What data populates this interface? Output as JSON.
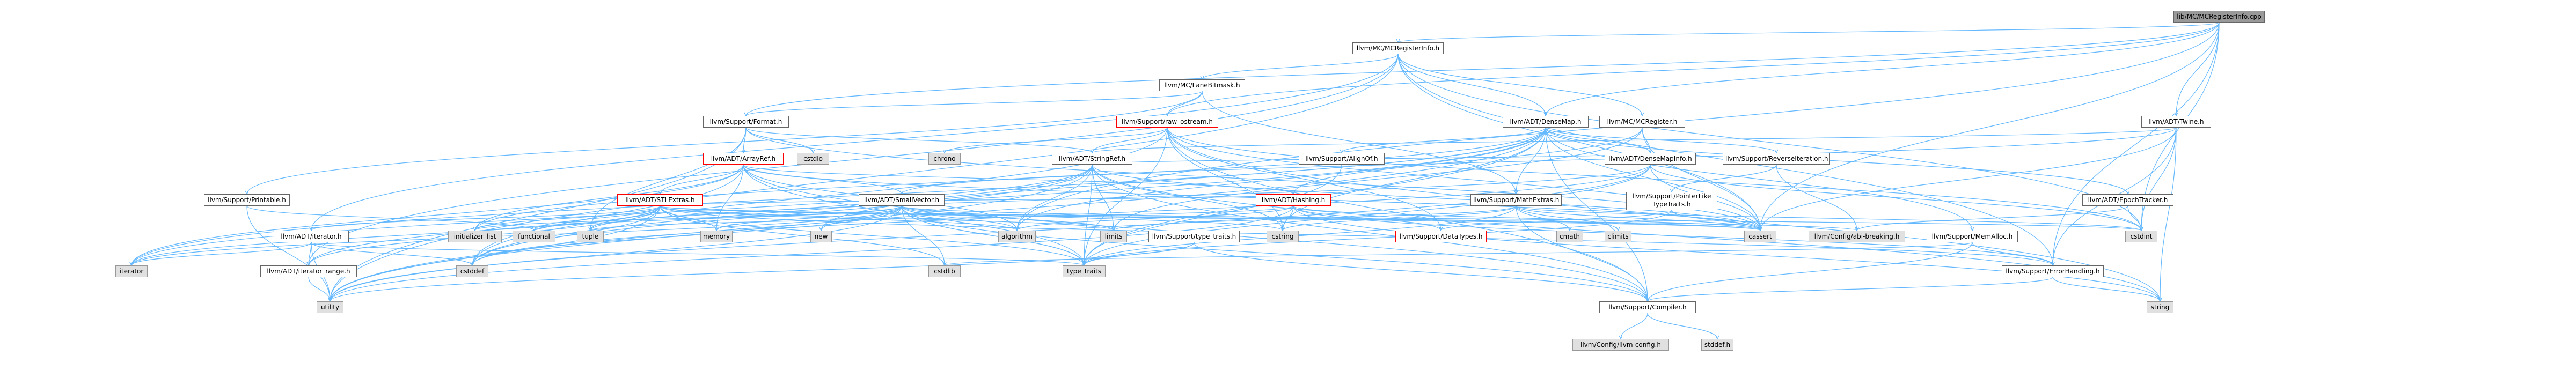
{
  "colors": {
    "edge": "#63b8ff",
    "node_border": "#666666",
    "sys_fill": "#e0e0e0",
    "root_fill": "#999999",
    "incomplete_border": "#ff0000"
  },
  "nodes": [
    {
      "id": "root",
      "label": "lib/MC/MCRegisterInfo.cpp",
      "kind": "root"
    },
    {
      "id": "mcreginfo_h",
      "label": "llvm/MC/MCRegisterInfo.h"
    },
    {
      "id": "lanebitmask",
      "label": "llvm/MC/LaneBitmask.h"
    },
    {
      "id": "format_h",
      "label": "llvm/Support/Format.h"
    },
    {
      "id": "raw_ostream",
      "label": "llvm/Support/raw_ostream.h",
      "kind": "red"
    },
    {
      "id": "densemap",
      "label": "llvm/ADT/DenseMap.h"
    },
    {
      "id": "mcregister",
      "label": "llvm/MC/MCRegister.h"
    },
    {
      "id": "twine",
      "label": "llvm/ADT/Twine.h"
    },
    {
      "id": "cstdio",
      "label": "cstdio",
      "kind": "sys"
    },
    {
      "id": "chrono",
      "label": "chrono",
      "kind": "sys"
    },
    {
      "id": "arrayref",
      "label": "llvm/ADT/ArrayRef.h",
      "kind": "red"
    },
    {
      "id": "stringref",
      "label": "llvm/ADT/StringRef.h"
    },
    {
      "id": "alignof",
      "label": "llvm/Support/AlignOf.h"
    },
    {
      "id": "densemapinfo",
      "label": "llvm/ADT/DenseMapInfo.h"
    },
    {
      "id": "reverseiter",
      "label": "llvm/Support/ReverseIteration.h"
    },
    {
      "id": "printable",
      "label": "llvm/Support/Printable.h"
    },
    {
      "id": "stlextras",
      "label": "llvm/ADT/STLExtras.h",
      "kind": "red"
    },
    {
      "id": "smallvector",
      "label": "llvm/ADT/SmallVector.h"
    },
    {
      "id": "hashing",
      "label": "llvm/ADT/Hashing.h",
      "kind": "red"
    },
    {
      "id": "mathextras",
      "label": "llvm/Support/MathExtras.h"
    },
    {
      "id": "ptrliketypetraits",
      "label": "llvm/Support/PointerLike\nTypeTraits.h"
    },
    {
      "id": "epochtracker",
      "label": "llvm/ADT/EpochTracker.h"
    },
    {
      "id": "iterator_h",
      "label": "llvm/ADT/iterator.h"
    },
    {
      "id": "initializer_list",
      "label": "initializer_list",
      "kind": "sys"
    },
    {
      "id": "functional",
      "label": "functional",
      "kind": "sys"
    },
    {
      "id": "tuple",
      "label": "tuple",
      "kind": "sys"
    },
    {
      "id": "memory",
      "label": "memory",
      "kind": "sys"
    },
    {
      "id": "new",
      "label": "new",
      "kind": "sys"
    },
    {
      "id": "algorithm",
      "label": "algorithm",
      "kind": "sys"
    },
    {
      "id": "limits",
      "label": "limits",
      "kind": "sys"
    },
    {
      "id": "typetraits_llvm",
      "label": "llvm/Support/type_traits.h"
    },
    {
      "id": "cstring",
      "label": "cstring",
      "kind": "sys"
    },
    {
      "id": "datatypes",
      "label": "llvm/Support/DataTypes.h",
      "kind": "red"
    },
    {
      "id": "cmath",
      "label": "cmath",
      "kind": "sys"
    },
    {
      "id": "climits",
      "label": "climits",
      "kind": "sys"
    },
    {
      "id": "cassert",
      "label": "cassert",
      "kind": "sys"
    },
    {
      "id": "config_breaking",
      "label": "llvm/Config/abi-breaking.h",
      "kind": "sys"
    },
    {
      "id": "memalloc",
      "label": "llvm/Support/MemAlloc.h"
    },
    {
      "id": "cstdint",
      "label": "cstdint",
      "kind": "sys"
    },
    {
      "id": "iterator_sys",
      "label": "iterator",
      "kind": "sys"
    },
    {
      "id": "iterator_range",
      "label": "llvm/ADT/iterator_range.h"
    },
    {
      "id": "cstddef",
      "label": "cstddef",
      "kind": "sys"
    },
    {
      "id": "cstdlib",
      "label": "cstdlib",
      "kind": "sys"
    },
    {
      "id": "type_traits",
      "label": "type_traits",
      "kind": "sys"
    },
    {
      "id": "errorhandling",
      "label": "llvm/Support/ErrorHandling.h"
    },
    {
      "id": "utility",
      "label": "utility",
      "kind": "sys"
    },
    {
      "id": "compiler",
      "label": "llvm/Support/Compiler.h"
    },
    {
      "id": "string",
      "label": "string",
      "kind": "sys"
    },
    {
      "id": "llvm_config",
      "label": "llvm/Config/llvm-config.h",
      "kind": "sys"
    },
    {
      "id": "stddef",
      "label": "stddef.h",
      "kind": "sys"
    }
  ],
  "edges": [
    [
      "root",
      "mcreginfo_h"
    ],
    [
      "root",
      "densemap"
    ],
    [
      "root",
      "twine"
    ],
    [
      "root",
      "cassert"
    ],
    [
      "root",
      "cstdint"
    ],
    [
      "root",
      "algorithm"
    ],
    [
      "root",
      "errorhandling"
    ],
    [
      "root",
      "format_h"
    ],
    [
      "root",
      "raw_ostream"
    ],
    [
      "mcreginfo_h",
      "lanebitmask"
    ],
    [
      "mcreginfo_h",
      "mcregister"
    ],
    [
      "mcreginfo_h",
      "densemap"
    ],
    [
      "mcreginfo_h",
      "iterator_h"
    ],
    [
      "mcreginfo_h",
      "iterator_range"
    ],
    [
      "mcreginfo_h",
      "errorhandling"
    ],
    [
      "mcreginfo_h",
      "cassert"
    ],
    [
      "mcreginfo_h",
      "cstdint"
    ],
    [
      "mcreginfo_h",
      "utility"
    ],
    [
      "lanebitmask",
      "format_h"
    ],
    [
      "lanebitmask",
      "mathextras"
    ],
    [
      "lanebitmask",
      "printable"
    ],
    [
      "lanebitmask",
      "raw_ostream"
    ],
    [
      "format_h",
      "arrayref"
    ],
    [
      "format_h",
      "stringref"
    ],
    [
      "format_h",
      "cassert"
    ],
    [
      "format_h",
      "cstdio"
    ],
    [
      "format_h",
      "optional_tuple"
    ],
    [
      "format_h",
      "utility"
    ],
    [
      "format_h",
      "tuple"
    ],
    [
      "raw_ostream",
      "stringref"
    ],
    [
      "raw_ostream",
      "datatypes"
    ],
    [
      "raw_ostream",
      "cassert"
    ],
    [
      "raw_ostream",
      "chrono"
    ],
    [
      "raw_ostream",
      "cstddef"
    ],
    [
      "raw_ostream",
      "cstdint"
    ],
    [
      "raw_ostream",
      "cstring"
    ],
    [
      "raw_ostream",
      "string"
    ],
    [
      "raw_ostream",
      "type_traits"
    ],
    [
      "raw_ostream",
      "compiler"
    ],
    [
      "densemap",
      "densemapinfo"
    ],
    [
      "densemap",
      "epochtracker"
    ],
    [
      "densemap",
      "alignof"
    ],
    [
      "densemap",
      "compiler"
    ],
    [
      "densemap",
      "mathextras"
    ],
    [
      "densemap",
      "memalloc"
    ],
    [
      "densemap",
      "reverseiter"
    ],
    [
      "densemap",
      "type_traits"
    ],
    [
      "densemap",
      "algorithm"
    ],
    [
      "densemap",
      "cassert"
    ],
    [
      "densemap",
      "cstddef"
    ],
    [
      "densemap",
      "cstring"
    ],
    [
      "densemap",
      "initializer_list"
    ],
    [
      "densemap",
      "iterator_sys"
    ],
    [
      "densemap",
      "new"
    ],
    [
      "densemap",
      "utility"
    ],
    [
      "mcregister",
      "densemapinfo"
    ],
    [
      "mcregister",
      "hashing"
    ],
    [
      "mcregister",
      "cassert"
    ],
    [
      "mcregister",
      "limits"
    ],
    [
      "twine",
      "smallvector"
    ],
    [
      "twine",
      "stringref"
    ],
    [
      "twine",
      "errorhandling"
    ],
    [
      "twine",
      "cassert"
    ],
    [
      "twine",
      "cstdint"
    ],
    [
      "twine",
      "string"
    ],
    [
      "twine",
      "string_view"
    ],
    [
      "arrayref",
      "hashing"
    ],
    [
      "arrayref",
      "smallvector"
    ],
    [
      "arrayref",
      "stlextras"
    ],
    [
      "arrayref",
      "compiler"
    ],
    [
      "arrayref",
      "algorithm"
    ],
    [
      "arrayref",
      "array"
    ],
    [
      "arrayref",
      "cassert"
    ],
    [
      "arrayref",
      "cstddef"
    ],
    [
      "arrayref",
      "initializer_list"
    ],
    [
      "arrayref",
      "iterator_sys"
    ],
    [
      "arrayref",
      "memory"
    ],
    [
      "arrayref",
      "type_traits"
    ],
    [
      "arrayref",
      "vector"
    ],
    [
      "stringref",
      "densemapinfo"
    ],
    [
      "stringref",
      "iterator_range"
    ],
    [
      "stringref",
      "compiler"
    ],
    [
      "stringref",
      "algorithm"
    ],
    [
      "stringref",
      "cassert"
    ],
    [
      "stringref",
      "cstddef"
    ],
    [
      "stringref",
      "cstring"
    ],
    [
      "stringref",
      "iterator_sys"
    ],
    [
      "stringref",
      "limits"
    ],
    [
      "stringref",
      "string"
    ],
    [
      "stringref",
      "type_traits"
    ],
    [
      "stringref",
      "utility"
    ],
    [
      "alignof",
      "type_traits"
    ],
    [
      "densemapinfo",
      "cassert"
    ],
    [
      "densemapinfo",
      "cstddef"
    ],
    [
      "densemapinfo",
      "cstdint"
    ],
    [
      "densemapinfo",
      "tuple"
    ],
    [
      "densemapinfo",
      "type_traits"
    ],
    [
      "densemapinfo",
      "utility"
    ],
    [
      "reverseiter",
      "config_breaking"
    ],
    [
      "reverseiter",
      "ptrliketypetraits"
    ],
    [
      "printable",
      "functional"
    ],
    [
      "printable",
      "utility"
    ],
    [
      "stlextras",
      "hashing"
    ],
    [
      "stlextras",
      "stlforwardcompat"
    ],
    [
      "stlextras",
      "iterator_h"
    ],
    [
      "stlextras",
      "iterator_range"
    ],
    [
      "stlextras",
      "config_breaking"
    ],
    [
      "stlextras",
      "errorhandling"
    ],
    [
      "stlextras",
      "algorithm"
    ],
    [
      "stlextras",
      "cassert"
    ],
    [
      "stlextras",
      "cstddef"
    ],
    [
      "stlextras",
      "cstdint"
    ],
    [
      "stlextras",
      "cstdlib"
    ],
    [
      "stlextras",
      "functional"
    ],
    [
      "stlextras",
      "initializer_list"
    ],
    [
      "stlextras",
      "iterator_sys"
    ],
    [
      "stlextras",
      "limits"
    ],
    [
      "stlextras",
      "memory"
    ],
    [
      "stlextras",
      "optional"
    ],
    [
      "stlextras",
      "tuple"
    ],
    [
      "stlextras",
      "type_traits"
    ],
    [
      "stlextras",
      "utility"
    ],
    [
      "smallvector",
      "compiler"
    ],
    [
      "smallvector",
      "type_traits"
    ],
    [
      "smallvector",
      "algorithm"
    ],
    [
      "smallvector",
      "cassert"
    ],
    [
      "smallvector",
      "cstddef"
    ],
    [
      "smallvector",
      "cstdlib"
    ],
    [
      "smallvector",
      "cstring"
    ],
    [
      "smallvector",
      "functional"
    ],
    [
      "smallvector",
      "initializer_list"
    ],
    [
      "smallvector",
      "iterator_sys"
    ],
    [
      "smallvector",
      "limits"
    ],
    [
      "smallvector",
      "memory"
    ],
    [
      "smallvector",
      "new"
    ],
    [
      "smallvector",
      "type_traits"
    ],
    [
      "smallvector",
      "utility"
    ],
    [
      "hashing",
      "errorhandling"
    ],
    [
      "hashing",
      "datatypes"
    ],
    [
      "hashing",
      "swapbyteorder"
    ],
    [
      "hashing",
      "type_traits_llvm"
    ],
    [
      "hashing",
      "algorithm"
    ],
    [
      "hashing",
      "cassert"
    ],
    [
      "hashing",
      "cstring"
    ],
    [
      "hashing",
      "optional"
    ],
    [
      "hashing",
      "string"
    ],
    [
      "hashing",
      "tuple"
    ],
    [
      "hashing",
      "utility"
    ],
    [
      "mathextras",
      "compiler"
    ],
    [
      "mathextras",
      "cassert"
    ],
    [
      "mathextras",
      "climits"
    ],
    [
      "mathextras",
      "cmath"
    ],
    [
      "mathextras",
      "cstdint"
    ],
    [
      "mathextras",
      "cstring"
    ],
    [
      "mathextras",
      "limits"
    ],
    [
      "mathextras",
      "type_traits"
    ],
    [
      "ptrliketypetraits",
      "datatypes"
    ],
    [
      "ptrliketypetraits",
      "cassert"
    ],
    [
      "ptrliketypetraits",
      "type_traits"
    ],
    [
      "epochtracker",
      "config_breaking"
    ],
    [
      "epochtracker",
      "cstdint"
    ],
    [
      "iterator_h",
      "iterator_range"
    ],
    [
      "iterator_h",
      "cstddef"
    ],
    [
      "iterator_h",
      "iterator_sys"
    ],
    [
      "iterator_h",
      "type_traits"
    ],
    [
      "iterator_h",
      "utility"
    ],
    [
      "typetraits_llvm",
      "compiler"
    ],
    [
      "typetraits_llvm",
      "type_traits"
    ],
    [
      "typetraits_llvm",
      "utility"
    ],
    [
      "memalloc",
      "compiler"
    ],
    [
      "memalloc",
      "errorhandling"
    ],
    [
      "memalloc",
      "cstdlib"
    ],
    [
      "iterator_range",
      "utility"
    ],
    [
      "errorhandling",
      "compiler"
    ],
    [
      "errorhandling",
      "string"
    ],
    [
      "compiler",
      "llvm_config"
    ],
    [
      "compiler",
      "stddef"
    ]
  ]
}
